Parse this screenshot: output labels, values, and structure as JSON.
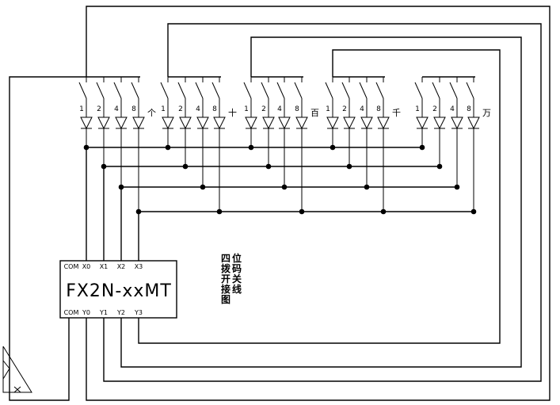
{
  "plc": {
    "model": "FX2N-xxMT",
    "inputs": [
      "COM",
      "X0",
      "X1",
      "X2",
      "X3"
    ],
    "outputs": [
      "COM",
      "Y0",
      "Y1",
      "Y2",
      "Y3"
    ]
  },
  "switch_weights": [
    "1",
    "2",
    "4",
    "8"
  ],
  "digit_labels": [
    "个",
    "十",
    "百",
    "千",
    "万"
  ],
  "caption": [
    "四",
    "位",
    "拨",
    "码",
    "开",
    "关",
    "接",
    "线",
    "图"
  ]
}
